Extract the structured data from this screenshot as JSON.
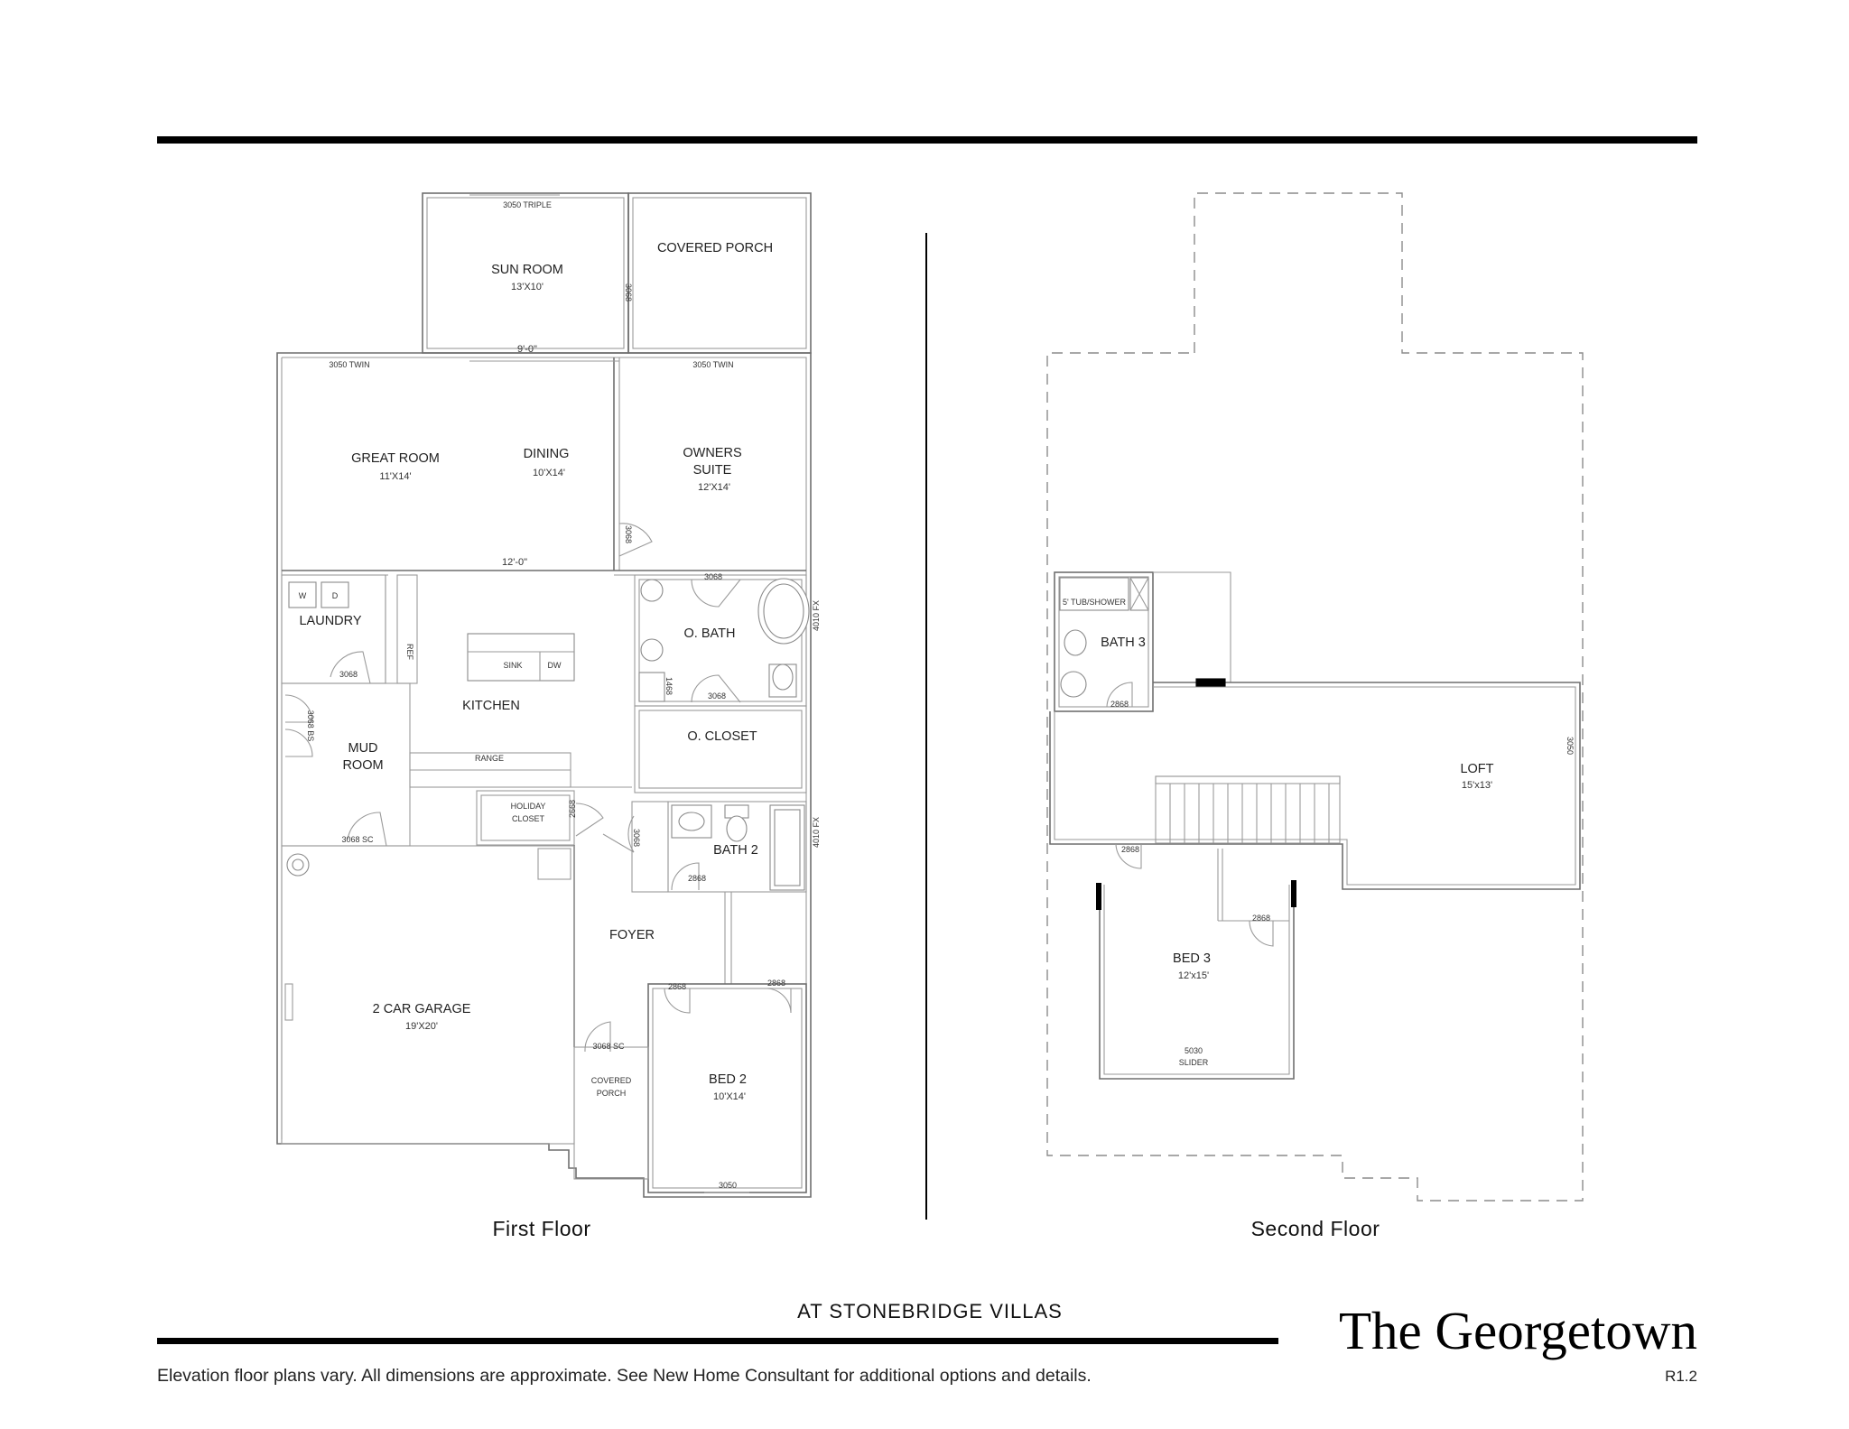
{
  "header": {
    "rule": true
  },
  "first_floor": {
    "label": "First Floor",
    "rooms": {
      "sun_room": {
        "name": "SUN ROOM",
        "size": "13'X10'"
      },
      "covered_porch_rear": {
        "name": "COVERED PORCH"
      },
      "great_room": {
        "name": "GREAT ROOM",
        "size": "11'X14'"
      },
      "dining": {
        "name": "DINING",
        "size": "10'X14'"
      },
      "owners_suite": {
        "name_line1": "OWNERS",
        "name_line2": "SUITE",
        "size": "12'X14'"
      },
      "laundry": {
        "name": "LAUNDRY"
      },
      "kitchen": {
        "name": "KITCHEN"
      },
      "o_bath": {
        "name": "O. BATH"
      },
      "o_closet": {
        "name": "O. CLOSET"
      },
      "mud_room": {
        "name_line1": "MUD",
        "name_line2": "ROOM"
      },
      "holiday_closet": {
        "name_line1": "HOLIDAY",
        "name_line2": "CLOSET"
      },
      "bath_2": {
        "name": "BATH 2"
      },
      "foyer": {
        "name": "FOYER"
      },
      "garage": {
        "name": "2 CAR GARAGE",
        "size": "19'X20'"
      },
      "covered_porch_front": {
        "name_line1": "COVERED",
        "name_line2": "PORCH"
      },
      "bed_2": {
        "name": "BED 2",
        "size": "10'X14'"
      }
    },
    "callouts": {
      "sun_window": "3050 TRIPLE",
      "sun_door": "3068",
      "opening_9": "9'-0\"",
      "great_window": "3050 TWIN",
      "owner_window": "3050 TWIN",
      "owner_door": "3068",
      "opening_12": "12'-0\"",
      "washer": "W",
      "dryer": "D",
      "laundry_door": "3068",
      "ref": "REF",
      "sink": "SINK",
      "dw": "DW",
      "range": "RANGE",
      "obath_door": "3068",
      "obath_window": "4010 FX",
      "linen": "1468",
      "oclo_door": "3068",
      "mud_bs": "3068 BS",
      "mud_sc": "3068 SC",
      "holiday_door": "2668",
      "closet_door": "3068",
      "bath2_door": "2868",
      "bath2_window": "4010 FX",
      "bed2_door_a": "2868",
      "bed2_door_b": "2868",
      "bed2_window": "3050",
      "front_door": "3068 SC"
    }
  },
  "second_floor": {
    "label": "Second Floor",
    "rooms": {
      "bath_3": {
        "name": "BATH 3"
      },
      "loft": {
        "name": "LOFT",
        "size": "15'x13'"
      },
      "bed_3": {
        "name": "BED 3",
        "size": "12'x15'"
      }
    },
    "callouts": {
      "tub": "5' TUB/SHOWER",
      "bath3_door": "2868",
      "loft_window": "3050",
      "stair_door": "2868",
      "bed3_door": "2868",
      "slider_num": "5030",
      "slider": "SLIDER"
    }
  },
  "footer": {
    "community": "AT STONEBRIDGE VILLAS",
    "model_name": "The Georgetown",
    "disclaimer": "Elevation floor plans vary. All dimensions are approximate. See New Home Consultant for additional options and details.",
    "revision": "R1.2"
  }
}
